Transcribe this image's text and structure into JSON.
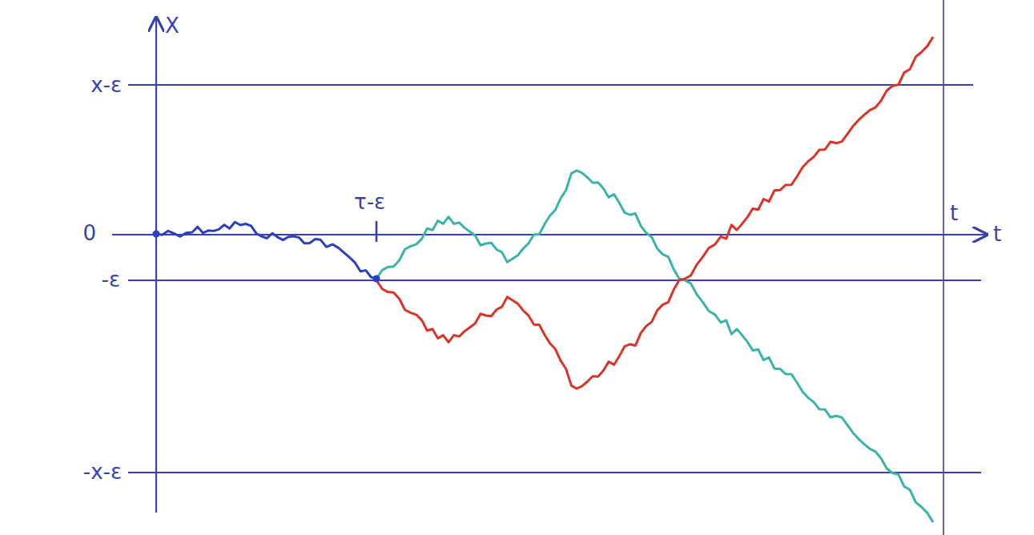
{
  "diagram": {
    "labels": [
      "X",
      "x-ε",
      "0",
      "-ε",
      "-x-ε",
      "τ-ε",
      "t",
      "t"
    ]
  }
}
